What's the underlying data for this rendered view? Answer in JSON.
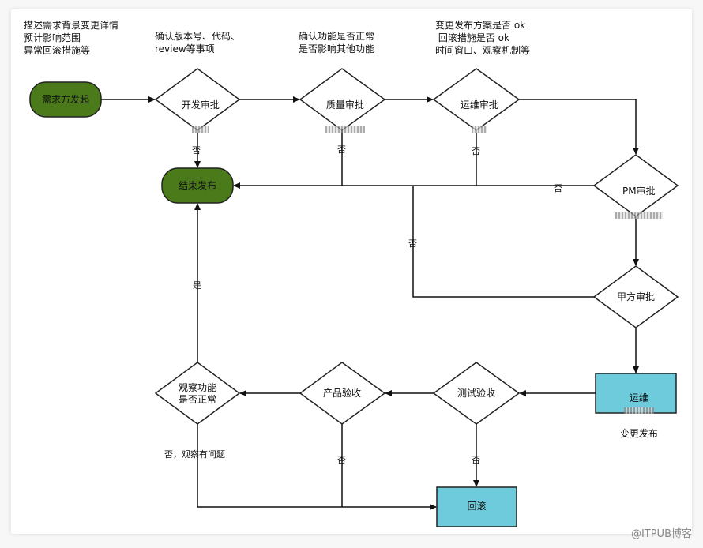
{
  "notes": {
    "n1": "描述需求背景变更详情\n预计影响范围\n异常回滚措施等",
    "n2": "确认版本号、代码、\nreview等事项",
    "n3": "确认功能是否正常\n是否影响其他功能",
    "n4": "变更发布方案是否 ok\n 回滚措施是否 ok\n时间窗口、观察机制等"
  },
  "nodes": {
    "start": "需求方发起",
    "dev": "开发审批",
    "qa": "质量审批",
    "ops": "运维审批",
    "pm": "PM审批",
    "client": "甲方审批",
    "end": "结束发布",
    "deploy_line1": "运维",
    "deploy_line2": "变更发布",
    "test": "测试验收",
    "product": "产品验收",
    "observe": "观察功能\n是否正常",
    "rollback": "回滚"
  },
  "edge_labels": {
    "dev_no": "否",
    "qa_no": "否",
    "ops_no": "否",
    "pm_no": "否",
    "client_no": "否",
    "observe_yes": "是",
    "observe_no": "否，观察有问题",
    "product_no": "否",
    "test_no": "否"
  },
  "colors": {
    "green": "#4a7a1a",
    "cyan": "#6ecbdb"
  },
  "watermark": "@ITPUB博客"
}
